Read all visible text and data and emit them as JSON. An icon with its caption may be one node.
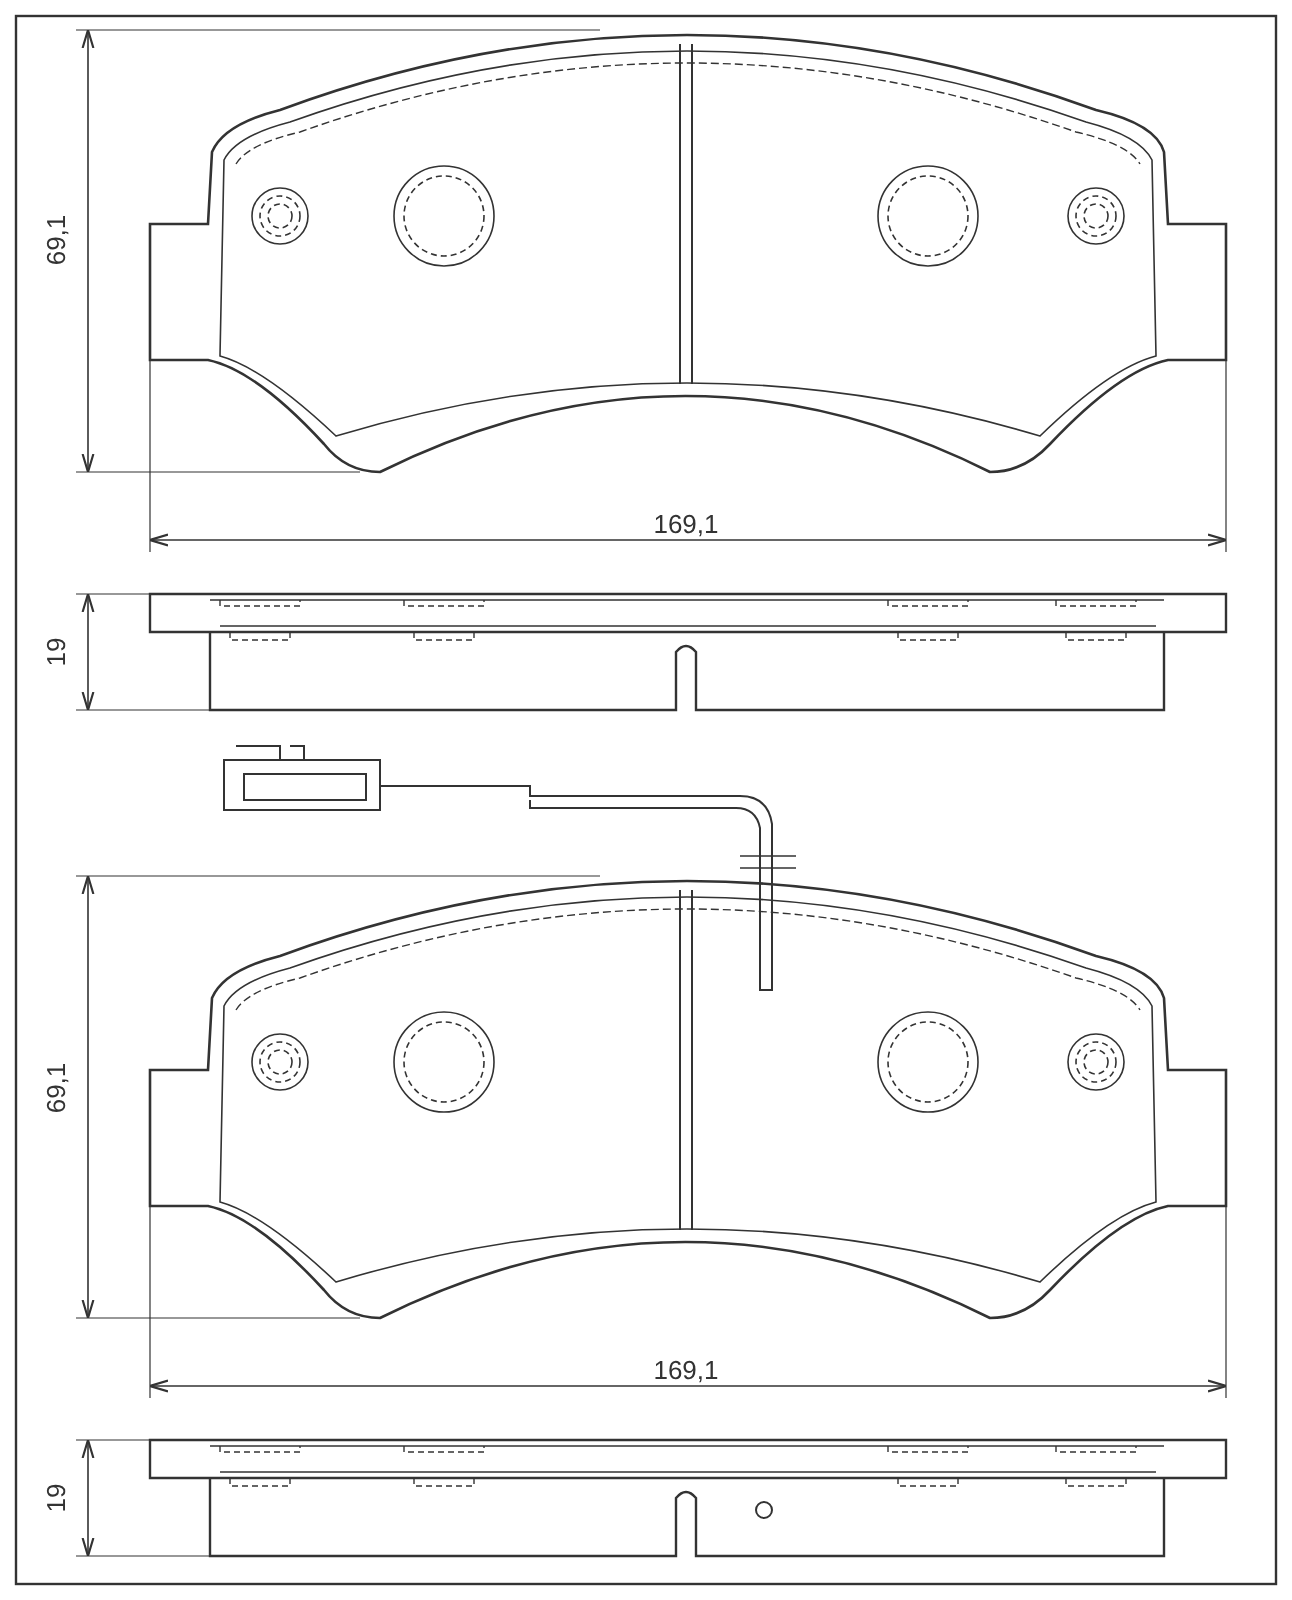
{
  "diagram": {
    "labels": [
      "69,1",
      "169,1",
      "19",
      "69,1",
      "169,1",
      "19"
    ]
  }
}
